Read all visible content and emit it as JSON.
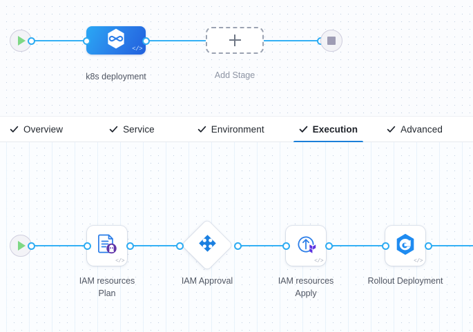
{
  "stage_canvas": {
    "start_node": {
      "name": "pipeline-start",
      "icon": "play-icon"
    },
    "end_node": {
      "name": "pipeline-end",
      "icon": "stop-icon"
    },
    "stages": [
      {
        "label": "k8s deployment",
        "icon": "harness-infinity-icon",
        "code_glyph": "</>",
        "selected": true
      },
      {
        "label": "Add Stage",
        "icon": "plus-icon"
      }
    ]
  },
  "tabs": [
    {
      "label": "Overview",
      "icon": "check-icon",
      "active": false
    },
    {
      "label": "Service",
      "icon": "check-icon",
      "active": false
    },
    {
      "label": "Environment",
      "icon": "check-icon",
      "active": false
    },
    {
      "label": "Execution",
      "icon": "check-icon",
      "active": true
    },
    {
      "label": "Advanced",
      "icon": "check-icon",
      "active": false
    }
  ],
  "execution_canvas": {
    "start_node": {
      "name": "execution-start",
      "icon": "play-icon"
    },
    "steps": [
      {
        "label": "IAM resources\nPlan",
        "icon": "terraform-plan-icon",
        "code_glyph": "</>",
        "shape": "rounded"
      },
      {
        "label": "IAM Approval",
        "icon": "approval-clover-icon",
        "shape": "diamond"
      },
      {
        "label": "IAM resources\nApply",
        "icon": "terraform-apply-icon",
        "code_glyph": "</>",
        "shape": "rounded"
      },
      {
        "label": "Rollout Deployment",
        "icon": "argo-rollouts-icon",
        "code_glyph": "</>",
        "shape": "rounded"
      }
    ]
  },
  "colors": {
    "connector": "#33b0f5",
    "port_stroke": "#2cabf2",
    "active_tab_underline": "#1b7fd8",
    "stage_gradient_start": "#2aa8f5",
    "stage_gradient_end": "#2160dd",
    "terraform_purple": "#5c4ee5",
    "approval_blue": "#1a7fe0",
    "argo_blue": "#1f8bf0",
    "play_green": "#7ed884",
    "stop_grey": "#9e9cb4"
  }
}
